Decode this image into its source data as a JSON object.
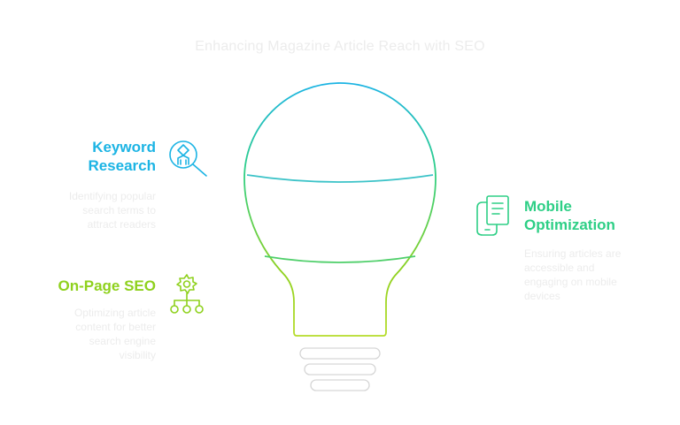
{
  "title": "Enhancing Magazine Article Reach with SEO",
  "colors": {
    "keyword": "#1cb4e4",
    "mobile": "#2ecf86",
    "onpage": "#8fd11e",
    "muted": "#ececec",
    "base": "#d6d6d6"
  },
  "sections": {
    "keyword": {
      "icon": "search-icon",
      "heading_line1": "Keyword",
      "heading_line2": "Research",
      "desc_line1": "Identifying popular",
      "desc_line2": "search terms to",
      "desc_line3": "attract readers"
    },
    "onpage": {
      "icon": "gear-network-icon",
      "heading": "On-Page SEO",
      "desc_line1": "Optimizing article",
      "desc_line2": "content for better",
      "desc_line3": "search engine",
      "desc_line4": "visibility"
    },
    "mobile": {
      "icon": "mobile-document-icon",
      "heading_line1": "Mobile",
      "heading_line2": "Optimization",
      "desc_line1": "Ensuring articles are",
      "desc_line2": "accessible and",
      "desc_line3": "engaging on mobile",
      "desc_line4": "devices"
    }
  }
}
